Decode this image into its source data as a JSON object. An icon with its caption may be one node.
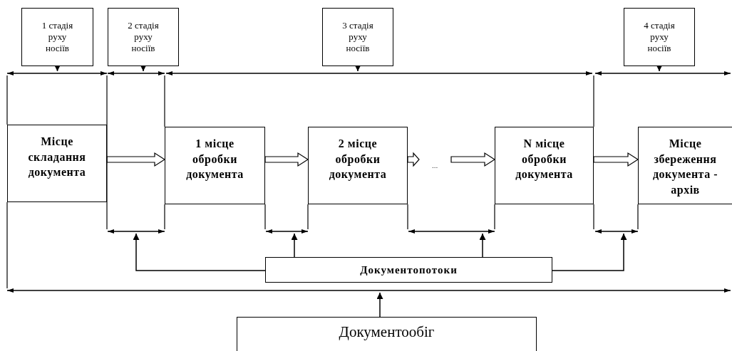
{
  "diagram": {
    "nodes": [
      {
        "text": [
          "1 стадія руху носіїв"
        ]
      },
      {
        "text": [
          "2 стадія руху носіїв"
        ]
      },
      {
        "text": [
          "3 стадія руху носіїв"
        ]
      },
      {
        "text": [
          "4 стадія руху носіїв"
        ]
      },
      {
        "text": [],
        "shape": "bar"
      },
      {
        "text": [],
        "shape": "bar"
      },
      {
        "text": [],
        "shape": "bar"
      },
      {
        "text": [],
        "shape": "bar"
      },
      {
        "text": [
          "Місце складання документа"
        ]
      },
      {
        "text": [
          "1 місце обробки документа"
        ]
      },
      {
        "text": [
          "2 місце обробки документа"
        ]
      },
      {
        "text": [
          "N місце обробки документа"
        ]
      },
      {
        "text": [
          "Місце збереження документа - архів"
        ]
      },
      {
        "text": [],
        "shape": "bar"
      },
      {
        "text": [],
        "shape": "bar"
      },
      {
        "text": [],
        "shape": "bar"
      },
      {
        "text": [],
        "shape": "bar"
      },
      {
        "text": [
          "Документопотоки"
        ]
      },
      {
        "text": [],
        "shape": "bar"
      },
      {
        "text": [
          "Документообіг"
        ]
      }
    ],
    "edges": [
      {
        "from": 0,
        "to": 4,
        "arrow": "to"
      },
      {
        "from": 1,
        "to": 5,
        "arrow": "to"
      },
      {
        "from": 2,
        "to": 6,
        "arrow": "to"
      },
      {
        "from": 3,
        "to": 7,
        "arrow": "to"
      },
      {
        "from": 8,
        "to": 9,
        "arrow": "to",
        "style": "thick"
      },
      {
        "from": 9,
        "to": 10,
        "arrow": "to",
        "style": "thick"
      },
      {
        "from": 10,
        "to": null,
        "arrow": "to",
        "style": "thick"
      },
      {
        "from": null,
        "to": 11,
        "arrow": "to",
        "style": "thick"
      },
      {
        "from": 11,
        "to": 12,
        "arrow": "to",
        "style": "thick"
      },
      {
        "from": 17,
        "to": 13,
        "arrow": "to"
      },
      {
        "from": 17,
        "to": 14,
        "arrow": "to"
      },
      {
        "from": 17,
        "to": 15,
        "arrow": "to"
      },
      {
        "from": 17,
        "to": 16,
        "arrow": "to"
      },
      {
        "from": 19,
        "to": 18,
        "arrow": "to"
      },
      {
        "from": 4,
        "to": 8,
        "arrow": "none"
      },
      {
        "from": 4,
        "to": 13,
        "arrow": "none"
      },
      {
        "from": 5,
        "to": 9,
        "arrow": "none"
      },
      {
        "from": 13,
        "to": 9,
        "arrow": "none"
      },
      {
        "from": 14,
        "to": 9,
        "arrow": "none"
      },
      {
        "from": 14,
        "to": 10,
        "arrow": "none"
      },
      {
        "from": 15,
        "to": 10,
        "arrow": "none"
      },
      {
        "from": 15,
        "to": 11,
        "arrow": "none"
      },
      {
        "from": 6,
        "to": 11,
        "arrow": "none"
      },
      {
        "from": 16,
        "to": 11,
        "arrow": "none"
      },
      {
        "from": 16,
        "to": 12,
        "arrow": "none"
      },
      {
        "from": 18,
        "to": 8,
        "arrow": "none"
      }
    ],
    "labels": [
      "..."
    ]
  }
}
